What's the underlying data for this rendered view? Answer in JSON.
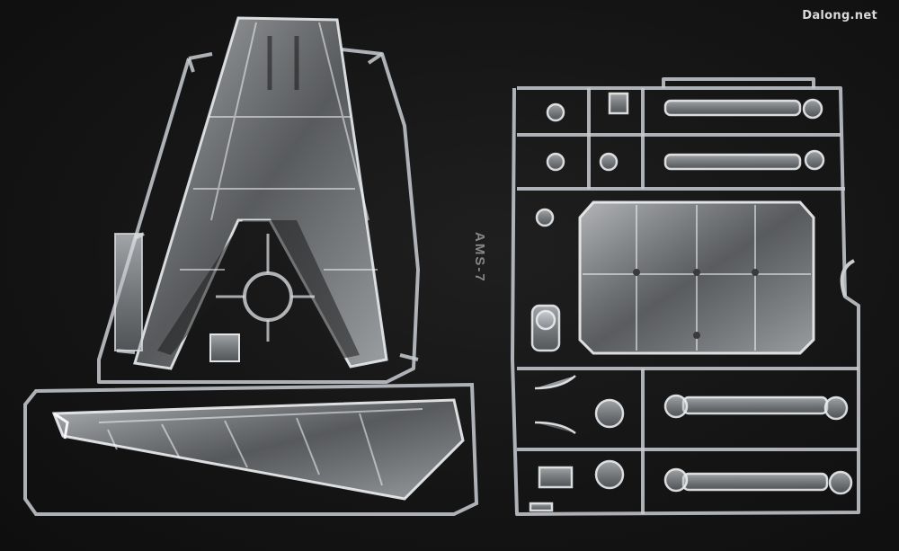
{
  "image": {
    "subject": "clear plastic model kit sprues on dark background",
    "background_color": "#161616",
    "plastic_color": "#c8ccd0",
    "highlight_color": "#f2f4f6"
  },
  "watermark": {
    "text": "Dalong.net"
  },
  "sprue_label": {
    "text": "AMS-7"
  }
}
